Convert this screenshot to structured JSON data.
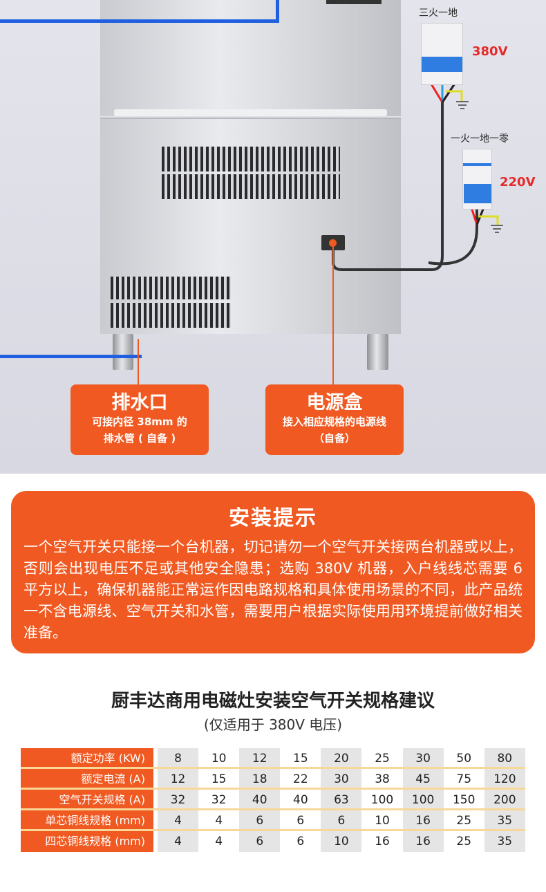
{
  "diagram": {
    "breaker_3p_label": "三火一地",
    "breaker_3p_voltage": "380V",
    "breaker_2p_label": "一火一地一零",
    "breaker_2p_voltage": "220V",
    "drain": {
      "title": "排水口",
      "line1": "可接内径 38mm 的",
      "line2": "排水管 ( 自备 )"
    },
    "power": {
      "title": "电源盒",
      "line1": "接入相应规格的电源线",
      "line2": "（自备）"
    }
  },
  "tip": {
    "title": "安装提示",
    "text": "一个空气开关只能接一个台机器，切记请勿一个空气开关接两台机器或以上，否则会出现电压不足或其他安全隐患；选购 380V 机器，入户线线芯需要 6 平方以上，确保机器能正常运作因电路规格和具体使用场景的不同，此产品统一不含电源线、空气开关和水管，需要用户根据实际使用用环境提前做好相关准备。"
  },
  "table": {
    "title": "厨丰达商用电磁灶安装空气开关规格建议",
    "subtitle": "(仅适用于 380V 电压)",
    "rows": [
      {
        "label": "额定功率 (KW)",
        "values": [
          "8",
          "10",
          "12",
          "15",
          "20",
          "25",
          "30",
          "50",
          "80"
        ]
      },
      {
        "label": "额定电流 (A)",
        "values": [
          "12",
          "15",
          "18",
          "22",
          "30",
          "38",
          "45",
          "75",
          "120"
        ]
      },
      {
        "label": "空气开关规格 (A)",
        "values": [
          "32",
          "32",
          "40",
          "40",
          "63",
          "100",
          "100",
          "150",
          "200"
        ]
      },
      {
        "label": "单芯铜线规格 (mm)",
        "values": [
          "4",
          "4",
          "6",
          "6",
          "6",
          "10",
          "16",
          "25",
          "35"
        ]
      },
      {
        "label": "四芯铜线规格 (mm)",
        "values": [
          "4",
          "4",
          "6",
          "6",
          "10",
          "16",
          "16",
          "25",
          "35"
        ]
      }
    ]
  },
  "colors": {
    "accent": "#f05a22",
    "voltage": "#e52a2a",
    "pipe": "#1f5fe0"
  }
}
